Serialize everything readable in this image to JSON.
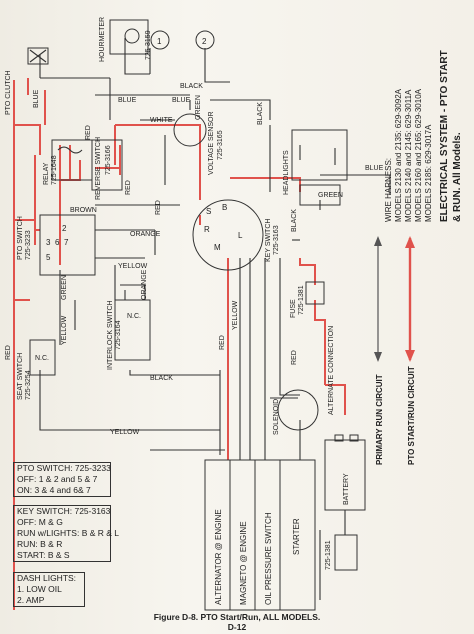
{
  "components": {
    "pto_clutch": "PTO CLUTCH",
    "hourmeter": "HOURMETER",
    "hourmeter_pn": "725-3159",
    "hour_1": "1",
    "hour_2": "2",
    "voltage_sensor": "VOLTAGE SENSOR",
    "voltage_pn": "725-3165",
    "relay": "RELAY",
    "relay_pn": "725-1648",
    "reverse_switch": "REVERSE SWITCH",
    "reverse_pn": "725-3166",
    "pto_switch": "PTO SWITCH",
    "pto_switch_pn": "725-3233",
    "interlock_switch": "INTERLOCK SWITCH",
    "interlock_pn": "725-3164",
    "seat_switch": "SEAT SWITCH",
    "seat_pn": "725-3254",
    "key_switch": "KEY SWITCH",
    "key_pn": "725-3163",
    "headlights": "HEADLIGHTS",
    "fuse": "FUSE",
    "fuse_pn": "725-1381",
    "alternate_connection": "ALTERNATE CONNECTION",
    "solenoid": "SOLENOID",
    "battery": "BATTERY",
    "fuse2_pn": "725-1381",
    "nc": "N.C.",
    "ks_s": "S",
    "ks_b": "B",
    "ks_r": "R",
    "ks_m": "M",
    "ks_l": "L",
    "pto_2": "2",
    "pto_3": "3",
    "pto_5": "5",
    "pto_6": "6",
    "pto_7": "7"
  },
  "wires": {
    "blue": "BLUE",
    "black": "BLACK",
    "red": "RED",
    "white": "WHITE",
    "green": "GREEN",
    "orange": "ORANGE",
    "yellow": "YELLOW",
    "brown": "BROWN"
  },
  "engine_block": {
    "alternator": "ALTERNATOR @ ENGINE",
    "magneto": "MAGNETO @ ENGINE",
    "oil": "OIL PRESSURE SWITCH",
    "starter": "STARTER"
  },
  "legend": {
    "primary": "PRIMARY RUN CIRCUIT",
    "pto": "PTO START/RUN CIRCUIT"
  },
  "harness": {
    "title": "WIRE HARNESS:",
    "rows": [
      "MODELS 2130 and 2135:   629-3092A",
      "MODELS 2140 and 2145:   629-3011A",
      "MODELS 2160 and 2165:   629-3010A",
      "MODELS 2185:                 629-3017A"
    ]
  },
  "section_title": {
    "line1": "ELECTRICAL SYSTEM - PTO START",
    "line2": "& RUN. All Models."
  },
  "pto_table": {
    "rows": [
      "PTO SWITCH: 725-3233",
      "OFF: 1 & 2 and 5 & 7",
      "ON:   3 & 4 and 6& 7"
    ]
  },
  "key_table": {
    "rows": [
      "KEY SWITCH: 725-3163",
      "OFF: M & G",
      "RUN w/LIGHTS: B & R & L",
      "RUN: B & R",
      "START: B & S"
    ]
  },
  "dash_table": {
    "rows": [
      "DASH LIGHTS:",
      "1. LOW OIL",
      "2. AMP"
    ]
  },
  "caption": {
    "figure": "Figure D-8. PTO Start/Run, ALL MODELS.",
    "page": "D-12"
  }
}
